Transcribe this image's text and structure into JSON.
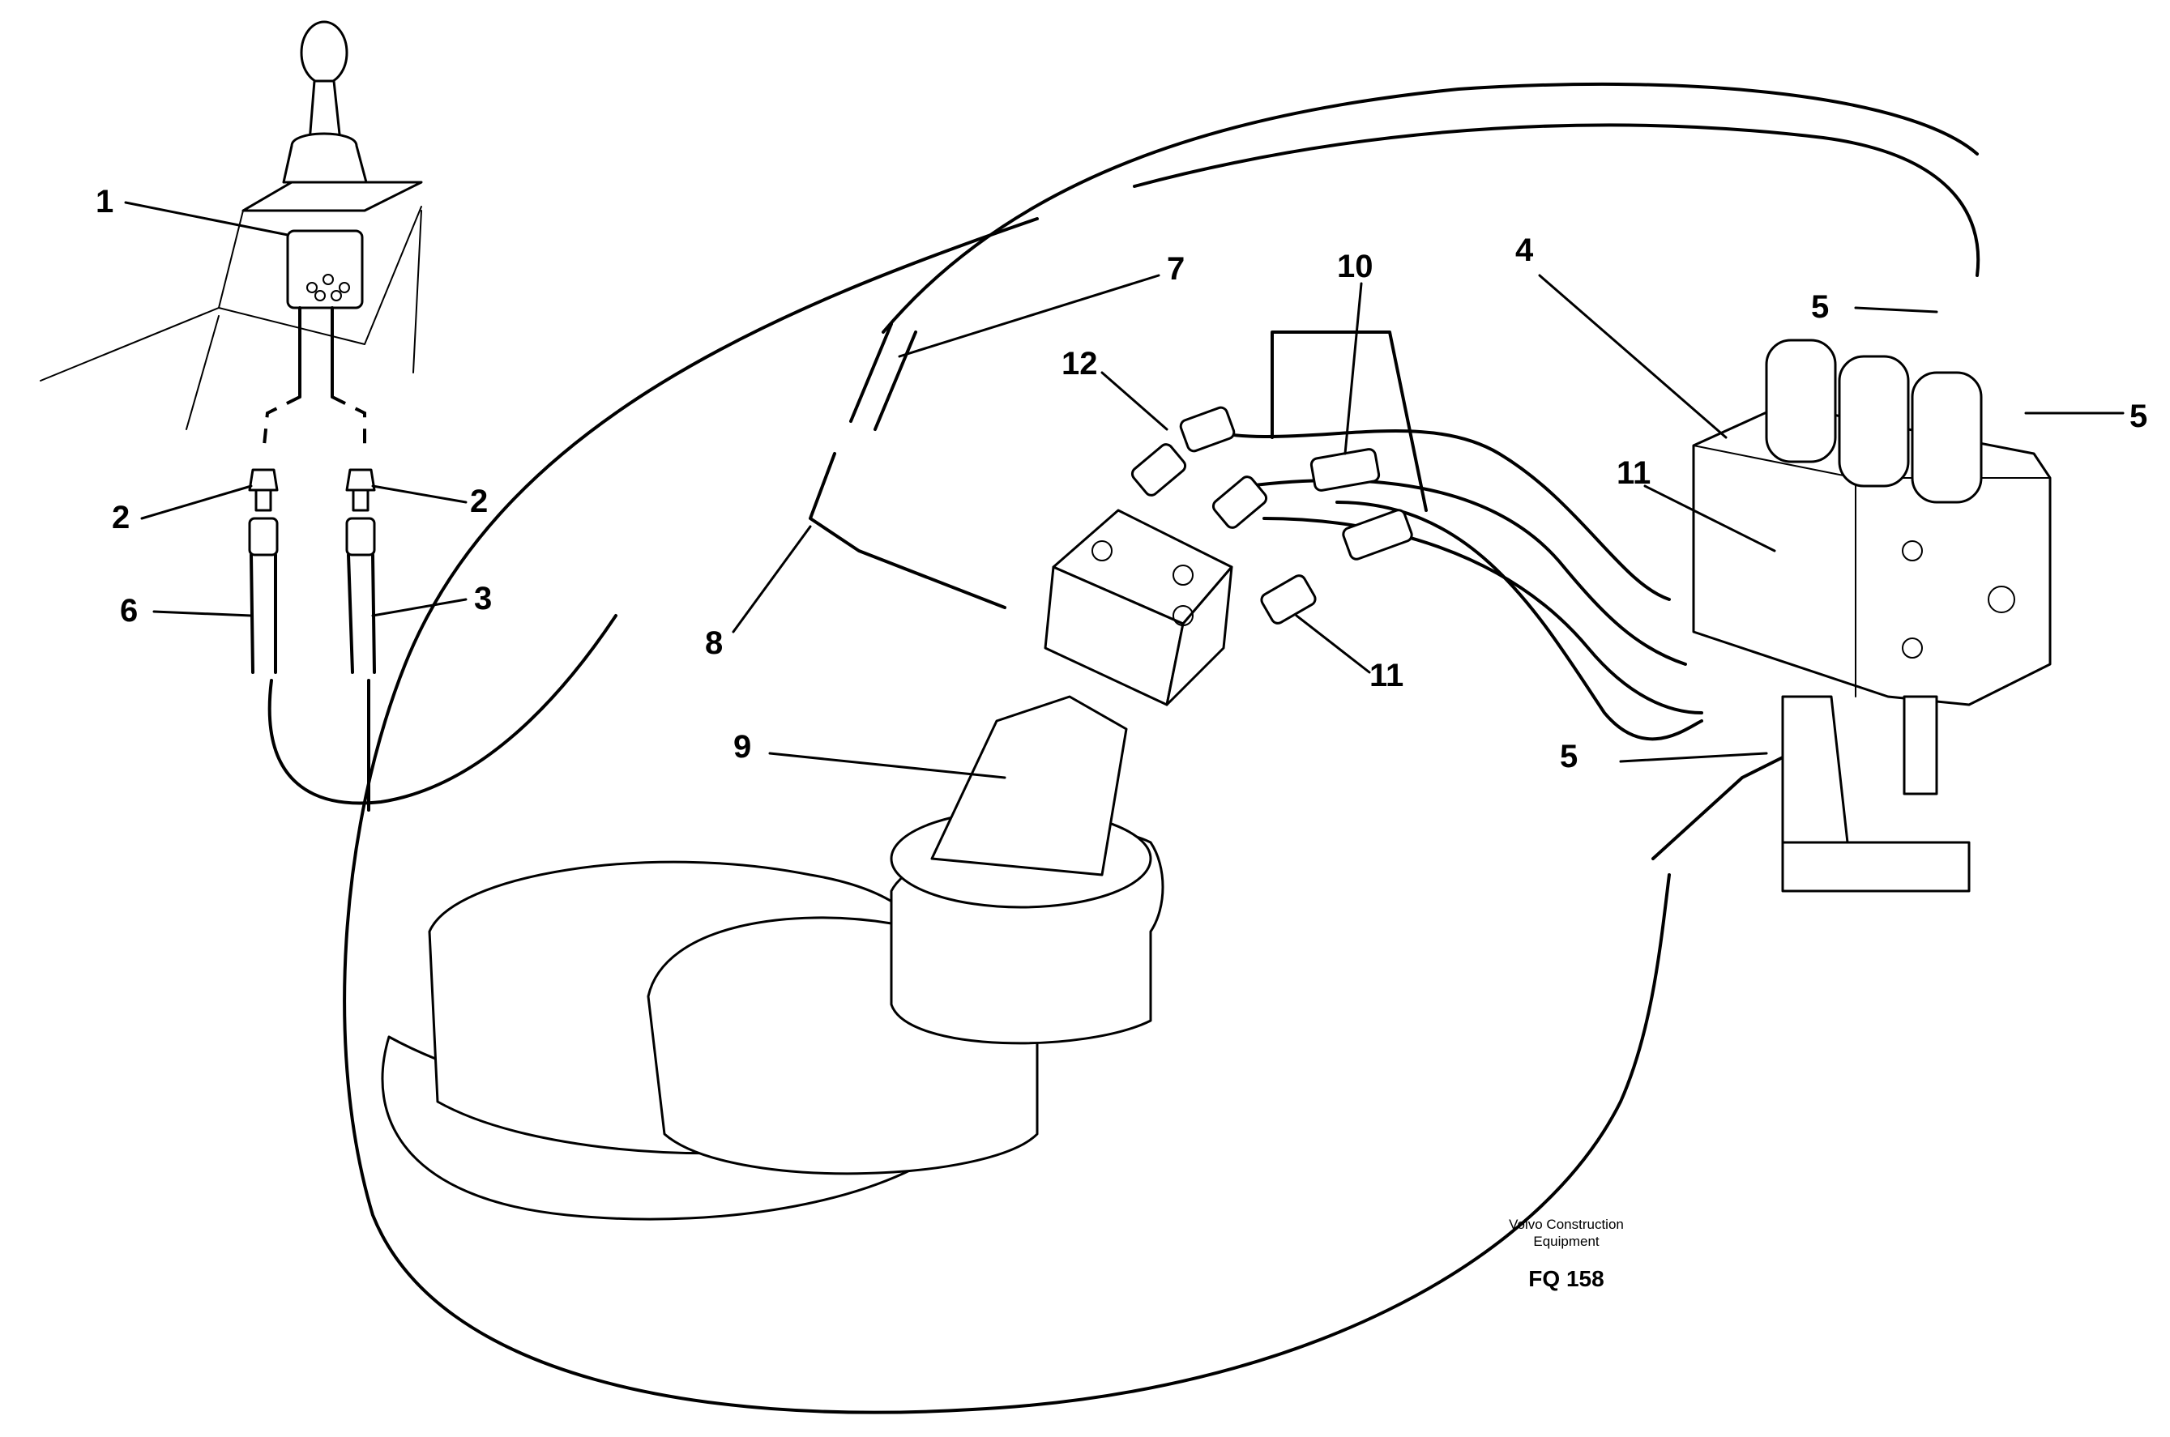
{
  "callouts": {
    "c1": "1",
    "c2a": "2",
    "c2b": "2",
    "c3": "3",
    "c4": "4",
    "c5a": "5",
    "c5b": "5",
    "c5c": "5",
    "c6": "6",
    "c7": "7",
    "c8": "8",
    "c9": "9",
    "c10": "10",
    "c11a": "11",
    "c11b": "11",
    "c12": "12"
  },
  "caption": {
    "line1": "Volvo Construction",
    "line2": "Equipment",
    "code": "FQ 158"
  }
}
